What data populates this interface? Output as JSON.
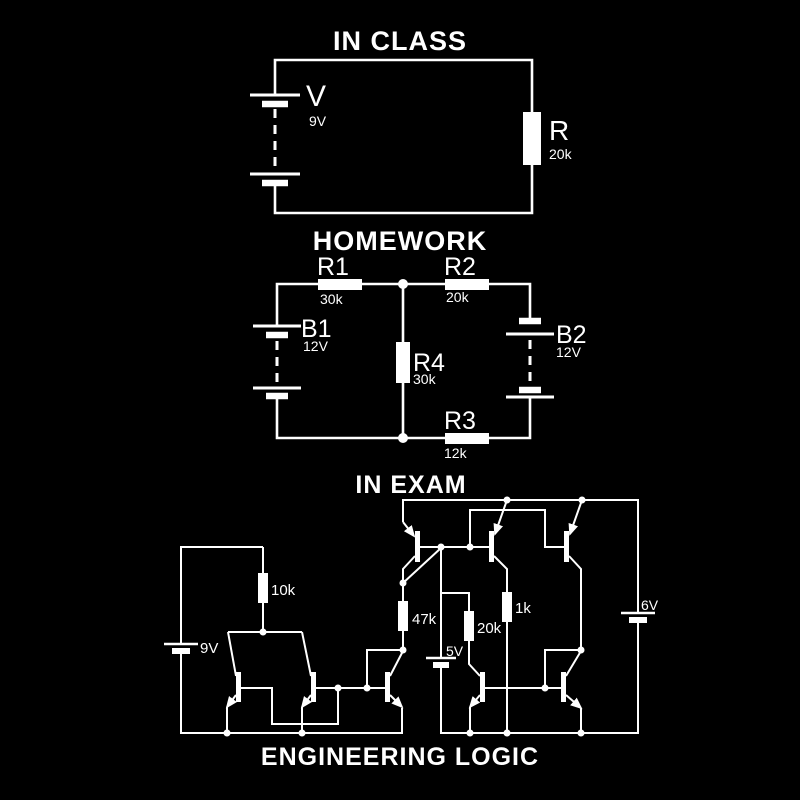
{
  "colors": {
    "background": "#000000",
    "foreground": "#ffffff"
  },
  "in_class": {
    "title": "IN CLASS",
    "battery_label": "V",
    "battery_value": "9V",
    "resistor_label": "R",
    "resistor_value": "20k"
  },
  "homework": {
    "title": "HOMEWORK",
    "r1_label": "R1",
    "r1_value": "30k",
    "r2_label": "R2",
    "r2_value": "20k",
    "r3_label": "R3",
    "r3_value": "12k",
    "r4_label": "R4",
    "r4_value": "30k",
    "b1_label": "B1",
    "b1_value": "12V",
    "b2_label": "B2",
    "b2_value": "12V"
  },
  "in_exam": {
    "title": "IN EXAM",
    "r_10k": "10k",
    "r_47k": "47k",
    "r_20k": "20k",
    "r_1k": "1k",
    "batt_9v": "9V",
    "batt_5v": "5V",
    "batt_6v": "6V"
  },
  "caption": "ENGINEERING LOGIC"
}
